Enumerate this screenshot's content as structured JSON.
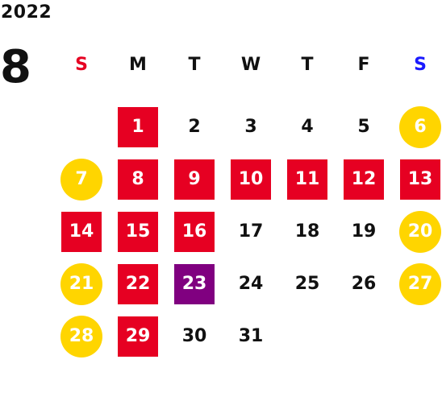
{
  "calendar": {
    "year": "2022",
    "month": "8",
    "weekdays": [
      {
        "label": "S",
        "color": "#e60022"
      },
      {
        "label": "M",
        "color": "#111111"
      },
      {
        "label": "T",
        "color": "#111111"
      },
      {
        "label": "W",
        "color": "#111111"
      },
      {
        "label": "T",
        "color": "#111111"
      },
      {
        "label": "F",
        "color": "#111111"
      },
      {
        "label": "S",
        "color": "#1a1aff"
      }
    ],
    "leading_blanks": 1,
    "days": [
      {
        "day": "1",
        "kind": "holiday"
      },
      {
        "day": "2",
        "kind": "normal"
      },
      {
        "day": "3",
        "kind": "normal"
      },
      {
        "day": "4",
        "kind": "normal"
      },
      {
        "day": "5",
        "kind": "normal"
      },
      {
        "day": "6",
        "kind": "weekend"
      },
      {
        "day": "7",
        "kind": "weekend"
      },
      {
        "day": "8",
        "kind": "holiday"
      },
      {
        "day": "9",
        "kind": "holiday"
      },
      {
        "day": "10",
        "kind": "holiday"
      },
      {
        "day": "11",
        "kind": "holiday"
      },
      {
        "day": "12",
        "kind": "holiday"
      },
      {
        "day": "13",
        "kind": "holiday"
      },
      {
        "day": "14",
        "kind": "holiday"
      },
      {
        "day": "15",
        "kind": "holiday"
      },
      {
        "day": "16",
        "kind": "holiday"
      },
      {
        "day": "17",
        "kind": "normal"
      },
      {
        "day": "18",
        "kind": "normal"
      },
      {
        "day": "19",
        "kind": "normal"
      },
      {
        "day": "20",
        "kind": "weekend"
      },
      {
        "day": "21",
        "kind": "weekend"
      },
      {
        "day": "22",
        "kind": "holiday"
      },
      {
        "day": "23",
        "kind": "today"
      },
      {
        "day": "24",
        "kind": "normal"
      },
      {
        "day": "25",
        "kind": "normal"
      },
      {
        "day": "26",
        "kind": "normal"
      },
      {
        "day": "27",
        "kind": "weekend"
      },
      {
        "day": "28",
        "kind": "weekend"
      },
      {
        "day": "29",
        "kind": "holiday"
      },
      {
        "day": "30",
        "kind": "normal"
      },
      {
        "day": "31",
        "kind": "normal"
      }
    ],
    "colors": {
      "holiday": "#e60022",
      "weekend": "#ffd500",
      "today": "#800080",
      "sunday_label": "#e60022",
      "saturday_label": "#1a1aff"
    }
  }
}
